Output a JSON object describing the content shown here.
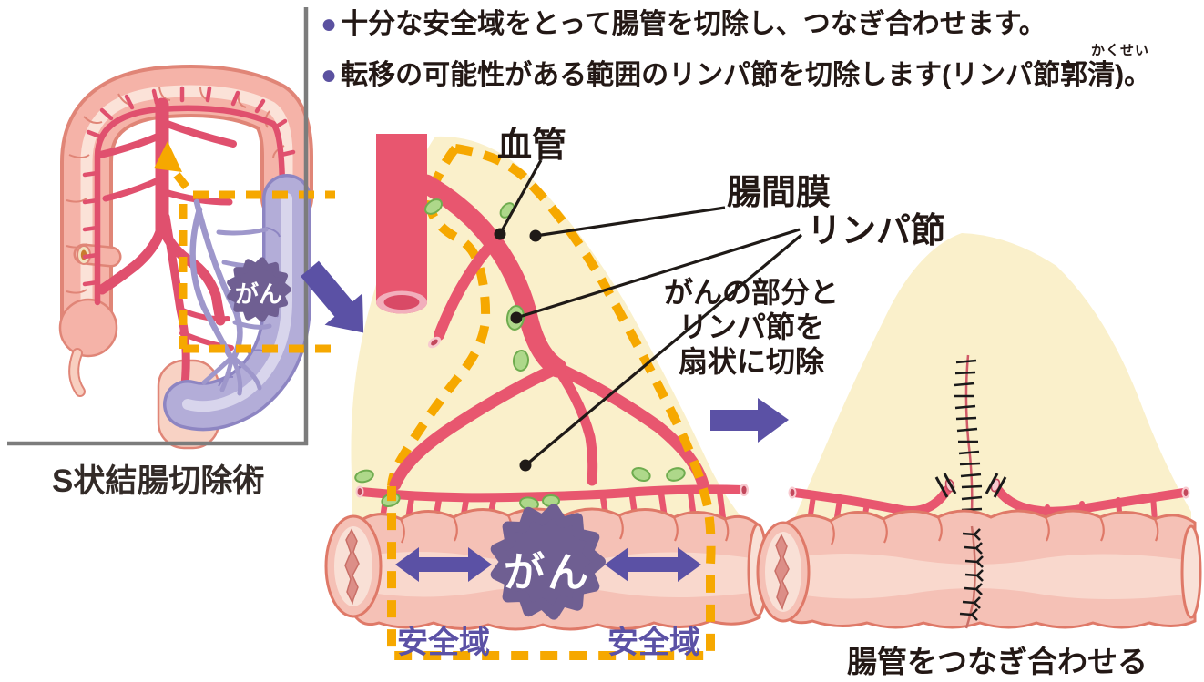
{
  "header": {
    "bullet_char": "●",
    "line1": "十分な安全域をとって腸管を切除し、つなぎ合わせます。",
    "line2": "転移の可能性がある範囲のリンパ節を切除します(リンパ節郭清)。",
    "furigana": "かくせい"
  },
  "left_panel": {
    "caption": "S状結腸切除術",
    "cancer_label": "がん"
  },
  "middle_diagram": {
    "label_vessel": "血管",
    "label_mesentery": "腸間膜",
    "label_lymph": "リンパ節",
    "cancer_label": "がん",
    "safety_left": "安全域",
    "safety_right": "安全域",
    "annotation_line1": "がんの部分と",
    "annotation_line2": "リンパ節を",
    "annotation_line3": "扇状に切除"
  },
  "right_diagram": {
    "caption": "腸管をつなぎ合わせる"
  },
  "colors": {
    "bullet_purple": "#5b51a0",
    "arrow_purple": "#5b51a5",
    "cancer_purple": "#6f5f92",
    "dash_orange": "#f6a800",
    "vessel_red": "#e8566f",
    "artery_red": "#e0506e",
    "intestine_pink": "#f5c1b6",
    "intestine_outline": "#df7968",
    "mesentery_cream": "#faf0cb",
    "lymph_green": "#aed88a",
    "colon_pink": "#f5b3a8",
    "sigmoid_lavender": "#b3add8",
    "frame_gray": "#7c7c7c",
    "text_dark": "#231815"
  }
}
